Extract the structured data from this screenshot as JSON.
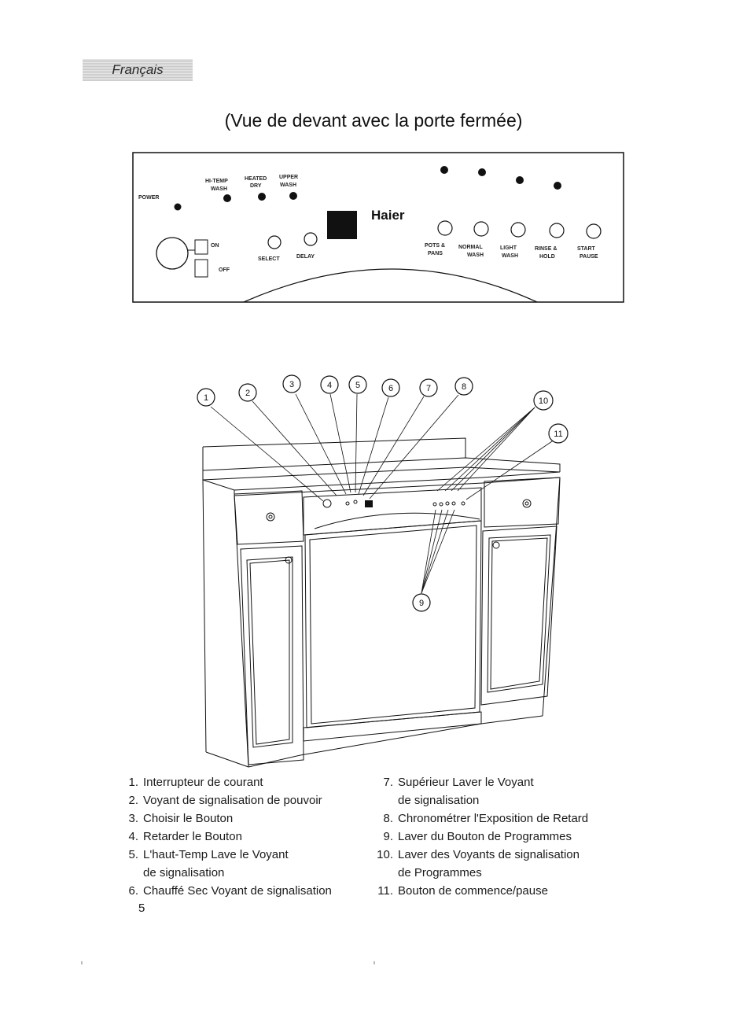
{
  "language_tab": "Français",
  "title": "(Vue de devant avec la porte fermée)",
  "panel": {
    "brand": "Haier",
    "labels": {
      "power": "POWER",
      "hi_temp_wash": [
        "HI-TEMP",
        "WASH"
      ],
      "heated_dry": [
        "HEATED",
        "DRY"
      ],
      "upper_wash": [
        "UPPER",
        "WASH"
      ],
      "select": "SELECT",
      "delay": "DELAY",
      "on": "ON",
      "off": "OFF",
      "pots_pans": [
        "POTS &",
        "PANS"
      ],
      "normal_wash": [
        "NORMAL",
        "WASH"
      ],
      "light_wash": [
        "LIGHT",
        "WASH"
      ],
      "rinse_hold": [
        "RINSE &",
        "HOLD"
      ],
      "start_pause": [
        "START",
        "PAUSE"
      ]
    }
  },
  "callouts": [
    "1",
    "2",
    "3",
    "4",
    "5",
    "6",
    "7",
    "8",
    "9",
    "10",
    "11"
  ],
  "legend_left": [
    {
      "num": "1.",
      "text": "Interrupteur de courant"
    },
    {
      "num": "2.",
      "text": "Voyant de signalisation de pouvoir"
    },
    {
      "num": "3.",
      "text": "Choisir le Bouton"
    },
    {
      "num": "4.",
      "text": "Retarder le Bouton"
    },
    {
      "num": "5.",
      "text": "L'haut-Temp Lave le Voyant",
      "cont": "de signalisation"
    },
    {
      "num": "6.",
      "text": "Chauffé Sec Voyant de signalisation"
    }
  ],
  "legend_right": [
    {
      "num": "7.",
      "text": "Supérieur Laver le Voyant",
      "cont": "de signalisation"
    },
    {
      "num": "8.",
      "text": "Chronométrer l'Exposition de Retard"
    },
    {
      "num": "9.",
      "text": "Laver du Bouton de Programmes"
    },
    {
      "num": "10.",
      "text": "Laver des Voyants de signalisation",
      "cont": "de Programmes"
    },
    {
      "num": "11.",
      "text": "Bouton de commence/pause"
    }
  ],
  "page_number": "5"
}
